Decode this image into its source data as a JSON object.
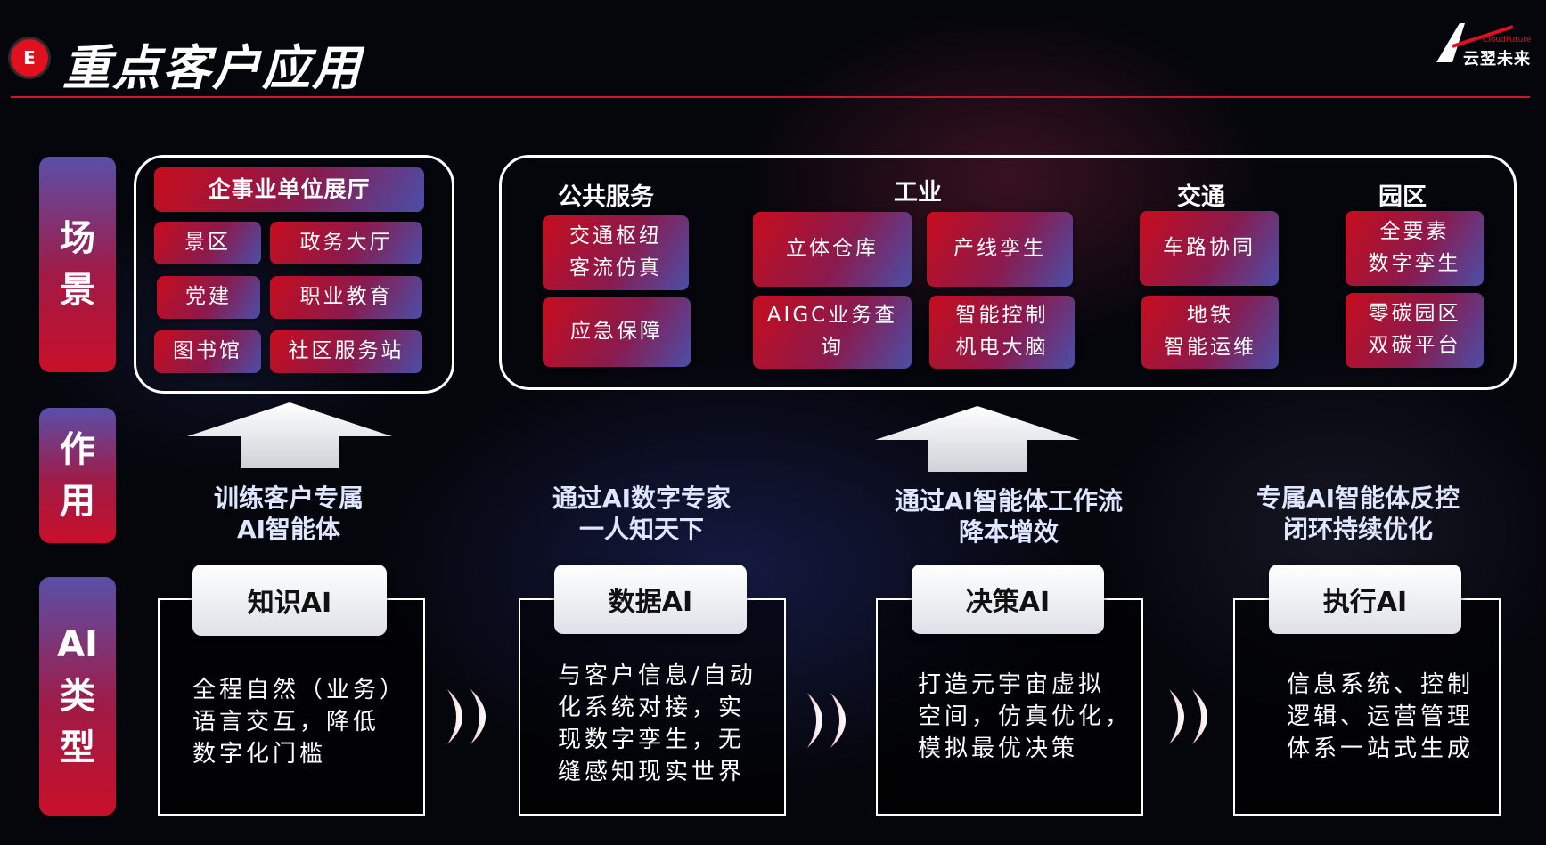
{
  "header": {
    "badge": "E",
    "title": "重点客户应用",
    "logo_text": "云翌未来",
    "logo_en": "CloudFuture"
  },
  "side_labels": {
    "scene": [
      "场",
      "景"
    ],
    "role": [
      "作",
      "用"
    ],
    "type": [
      "AI",
      "类",
      "型"
    ]
  },
  "scenes": {
    "enterprise": {
      "title": "企事业单位展厅",
      "items": [
        "景区",
        "政务大厅",
        "党建",
        "职业教育",
        "图书馆",
        "社区服务站"
      ]
    },
    "public_service": {
      "title": "公共服务",
      "items": [
        [
          "交通枢纽",
          "客流仿真"
        ],
        [
          "应急保障"
        ]
      ]
    },
    "industry": {
      "title": "工业",
      "items": [
        [
          "立体仓库"
        ],
        [
          "产线孪生"
        ],
        [
          "AIGC业务查",
          "询"
        ],
        [
          "智能控制",
          "机电大脑"
        ]
      ]
    },
    "transport": {
      "title": "交通",
      "items": [
        [
          "车路协同"
        ],
        [
          "地铁",
          "智能运维"
        ]
      ]
    },
    "park": {
      "title": "园区",
      "items": [
        [
          "全要素",
          "数字孪生"
        ],
        [
          "零碳园区",
          "双碳平台"
        ]
      ]
    }
  },
  "roles": [
    [
      "训练客户专属",
      "AI智能体"
    ],
    [
      "通过AI数字专家",
      "一人知天下"
    ],
    [
      "通过AI智能体工作流",
      "降本增效"
    ],
    [
      "专属AI智能体反控",
      "闭环持续优化"
    ]
  ],
  "ai_types": [
    {
      "name": "知识AI",
      "desc": [
        "全程自然（业务）",
        "语言交互，降低",
        "数字化门槛"
      ]
    },
    {
      "name": "数据AI",
      "desc": [
        "与客户信息/自动",
        "化系统对接，实",
        "现数字孪生，无",
        "缝感知现实世界"
      ]
    },
    {
      "name": "决策AI",
      "desc": [
        "打造元宇宙虚拟",
        "空间，仿真优化，",
        "模拟最优决策"
      ]
    },
    {
      "name": "执行AI",
      "desc": [
        "信息系统、控制",
        "逻辑、运营管理",
        "体系一站式生成"
      ]
    }
  ],
  "colors": {
    "accent_red": "#d0142a",
    "pill_red": "#c70d1d",
    "pill_blue": "#4a4fa8"
  }
}
